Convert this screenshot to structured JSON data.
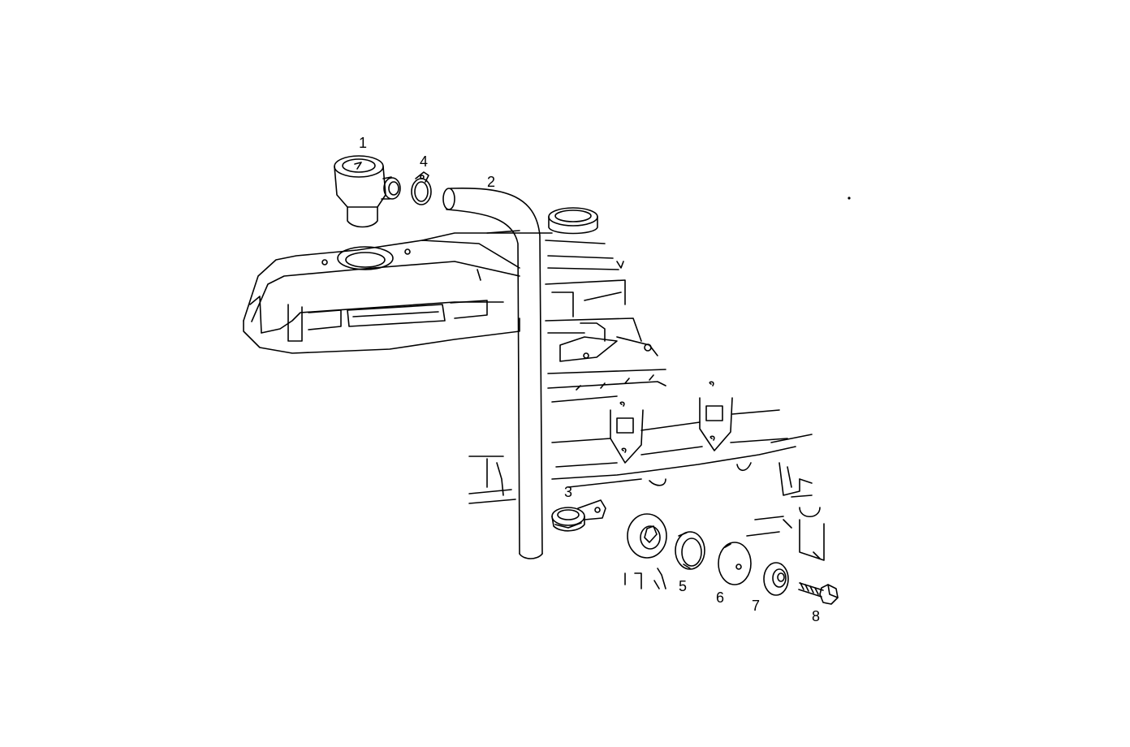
{
  "diagram": {
    "colors": {
      "ink": "#000000",
      "background": "#ffffff"
    },
    "callouts": {
      "part_1": "1",
      "part_2": "2",
      "part_3": "3",
      "part_4": "4",
      "part_5": "5",
      "part_6": "6",
      "part_7": "7",
      "part_8": "8"
    }
  }
}
